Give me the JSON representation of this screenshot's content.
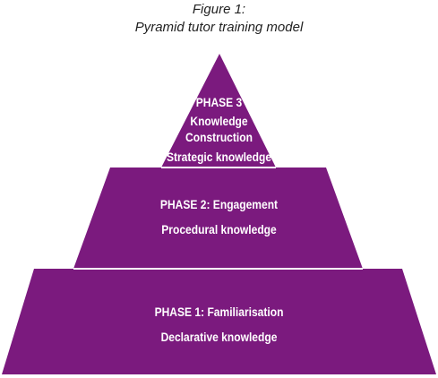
{
  "figure": {
    "caption_line1": "Figure 1:",
    "caption_line2": "Pyramid tutor training model"
  },
  "colors": {
    "tier_fill": "#7b1a7e",
    "separator": "#ffffff",
    "text": "#ffffff"
  },
  "pyramid": {
    "phase3": {
      "phase_label": "PHASE 3",
      "name_line1": "Knowledge",
      "name_line2": "Construction",
      "knowledge_type": "Strategic knowledge"
    },
    "phase2": {
      "phase_label": "PHASE 2:",
      "name": "Engagement",
      "knowledge_type": "Procedural knowledge"
    },
    "phase1": {
      "phase_label": "PHASE 1:",
      "name": "Familiarisation",
      "knowledge_type": "Declarative knowledge"
    }
  }
}
